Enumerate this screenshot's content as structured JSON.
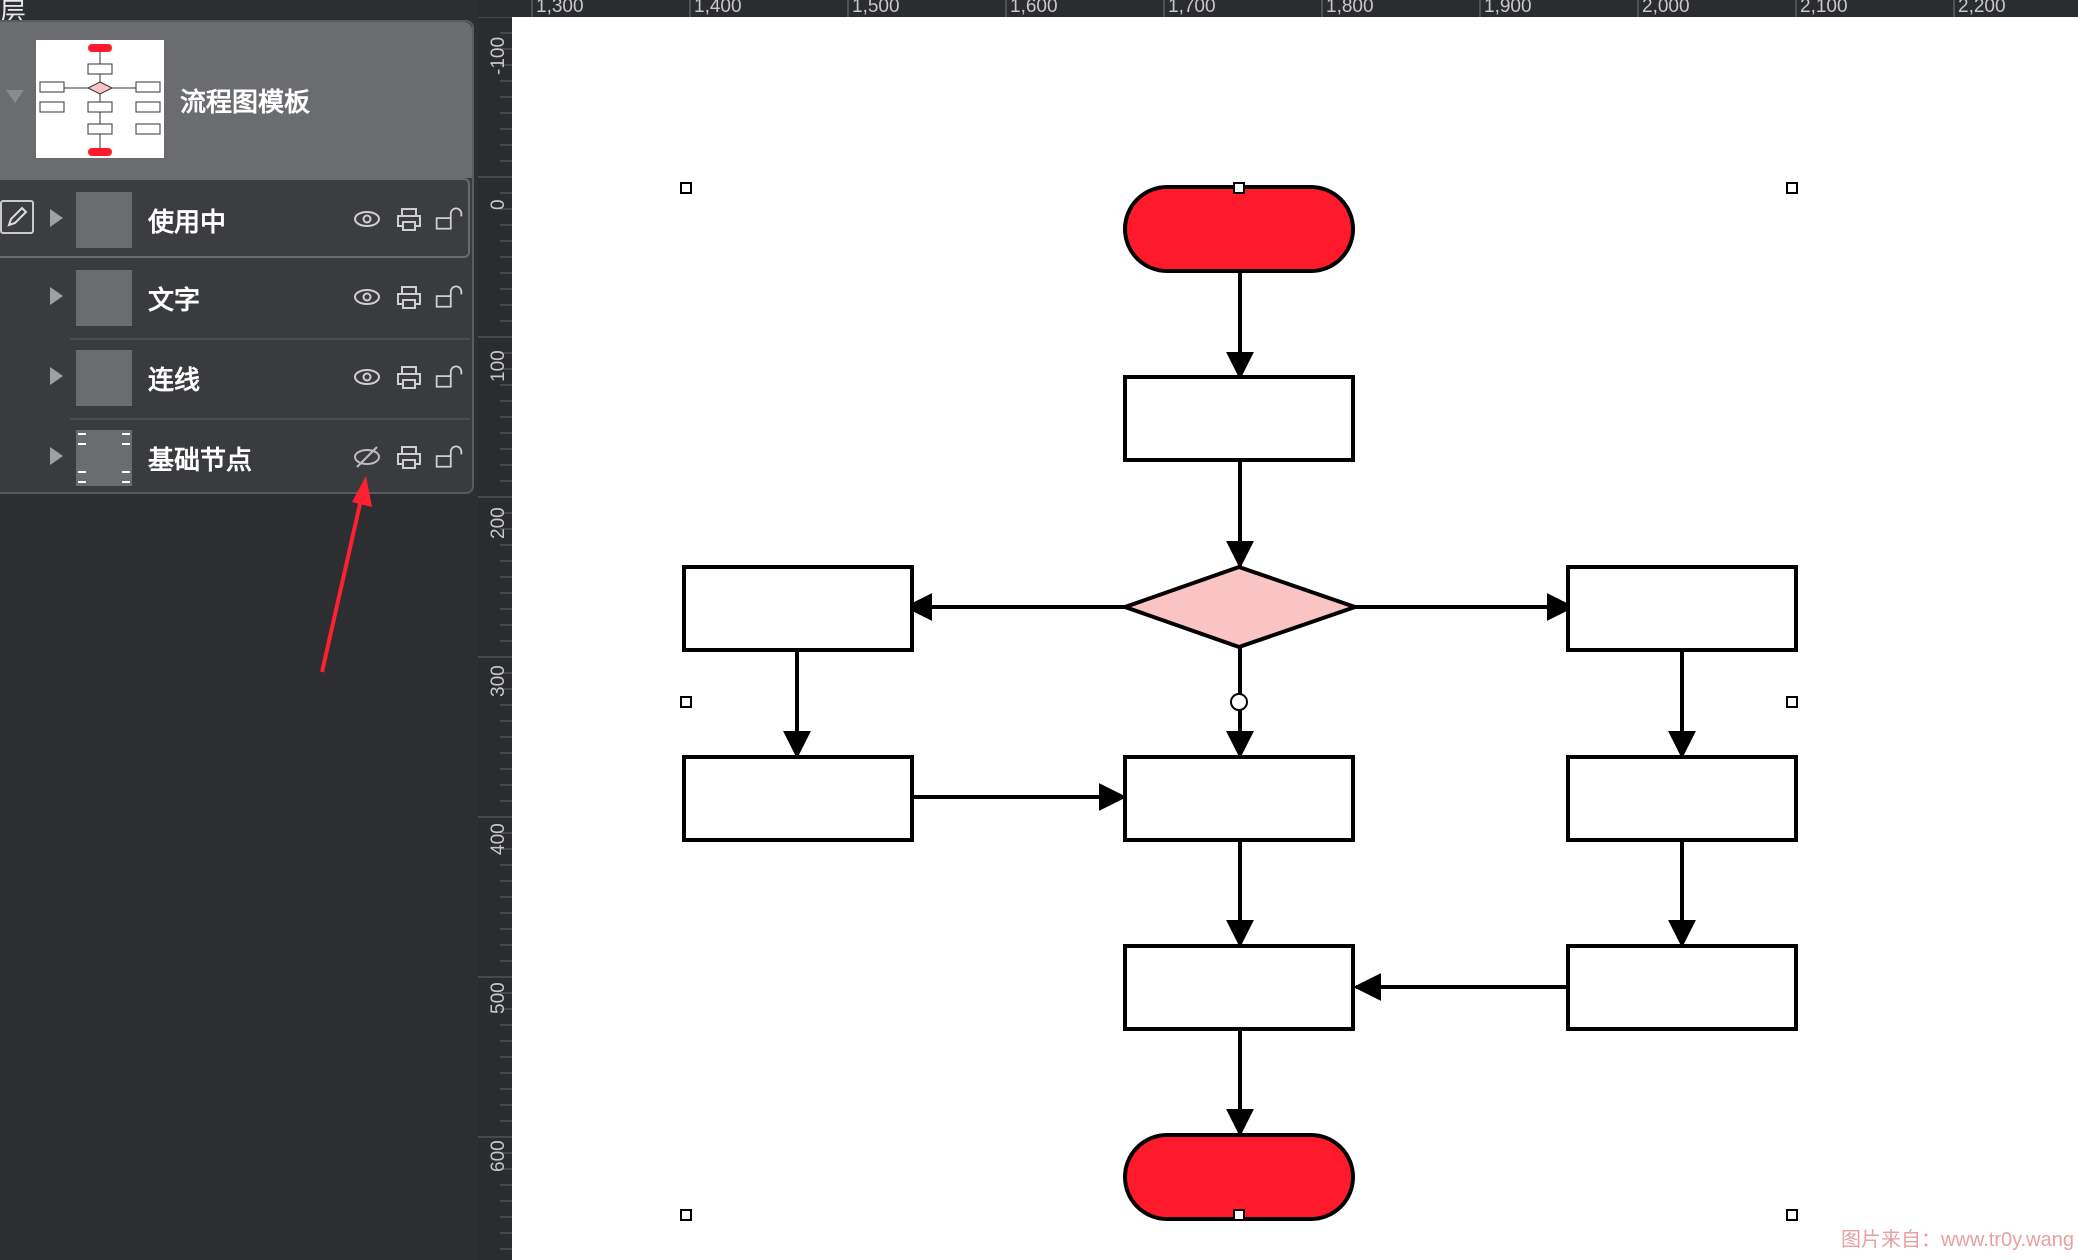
{
  "panel": {
    "title": "层",
    "canvas_name": "流程图模板",
    "layers": [
      {
        "name": "使用中",
        "active": true,
        "visible": true
      },
      {
        "name": "文字",
        "active": false,
        "visible": true
      },
      {
        "name": "连线",
        "active": false,
        "visible": true
      },
      {
        "name": "基础节点",
        "active": false,
        "visible": false
      }
    ]
  },
  "ruler": {
    "top_labels": [
      "1,300",
      "1,400",
      "1,500",
      "1,600",
      "1,700",
      "1,800",
      "1,900",
      "2,000",
      "2,100",
      "2,200"
    ],
    "left_labels": [
      "-100",
      "0",
      "100",
      "200",
      "300",
      "400",
      "500",
      "600"
    ]
  },
  "colors": {
    "terminal_fill": "#ff1a2b",
    "decision_fill": "#fbc4c4",
    "annotation_arrow": "#ff2030"
  },
  "watermark": "图片来自：www.tr0y.wang"
}
